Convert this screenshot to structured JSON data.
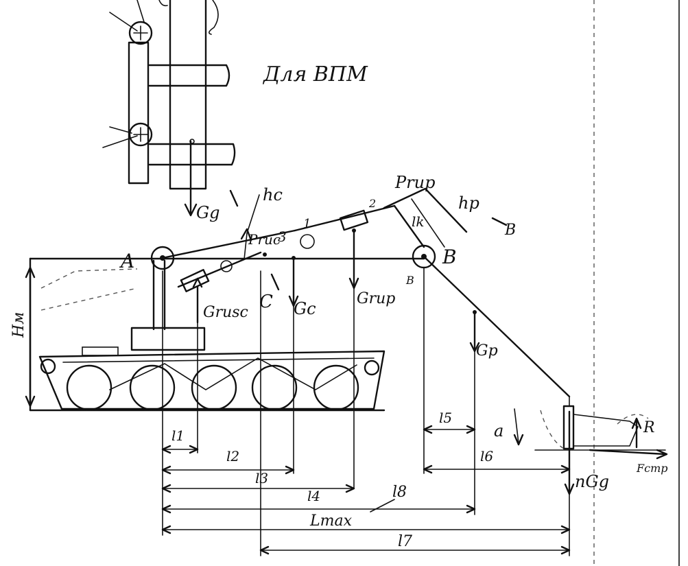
{
  "labels": {
    "title": "Для ВПМ",
    "A": "A",
    "B": "B",
    "C": "C",
    "Gg": "Gg",
    "hc": "hc",
    "Prus": "Pruc",
    "n3": "3",
    "n1": "1",
    "n2": "2",
    "Prup": "Prup",
    "hp": "hp",
    "lk": "lk",
    "tB": "B",
    "Grusc": "Grusc",
    "Gc": "Gc",
    "Grup": "Grup",
    "tB2": "B",
    "Gp": "Gp",
    "Hm": "Hм",
    "l1": "l1",
    "l2": "l2",
    "l3": "l3",
    "l4": "l4",
    "l5": "l5",
    "l6": "l6",
    "l7": "l7",
    "l8": "l8",
    "Lmax": "Lmax",
    "a": "a",
    "nGg": "nGg",
    "R": "R",
    "Fcomp": "Fcmp"
  }
}
